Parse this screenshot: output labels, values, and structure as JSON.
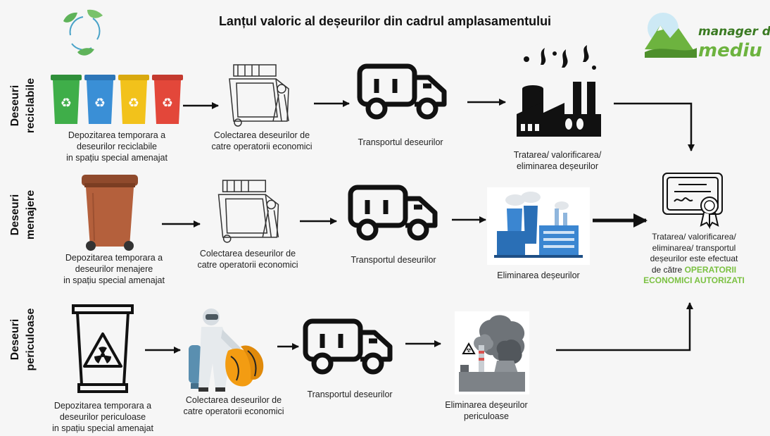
{
  "title": "Lanțul valoric al deșeurilor din cadrul amplasamentului",
  "logo": {
    "line1": "manager de",
    "line2": "mediu",
    "brand_color": "#6db33f",
    "accent_color": "#2e86c1"
  },
  "colors": {
    "green": "#3fae49",
    "blue": "#3a8fd6",
    "yellow": "#f2c21b",
    "red": "#e3473a",
    "brown": "#b4603c",
    "orange": "#f39c12"
  },
  "rows": [
    {
      "label_1": "Deseuri",
      "label_2": "reciclabile",
      "steps": [
        {
          "icon": "recycling-bins-icon",
          "caption": [
            "Depozitarea temporara a",
            "deseurilor reciclabile",
            "in spațiu special amenajat"
          ]
        },
        {
          "icon": "garbage-truck-icon",
          "caption": [
            "Colectarea deseurilor de",
            "catre operatorii economici"
          ]
        },
        {
          "icon": "truck-icon",
          "caption": [
            "Transportul deseurilor"
          ]
        },
        {
          "icon": "factory-icon",
          "caption": [
            "Tratarea/ valorificarea/",
            "eliminarea deșeurilor"
          ]
        }
      ]
    },
    {
      "label_1": "Deseuri",
      "label_2": "menajere",
      "steps": [
        {
          "icon": "waste-bin-icon",
          "caption": [
            "Depozitarea temporara a",
            "deseurilor menajere",
            "in spațiu special amenajat"
          ]
        },
        {
          "icon": "garbage-truck-icon",
          "caption": [
            "Colectarea deseurilor de",
            "catre operatorii economici"
          ]
        },
        {
          "icon": "truck-icon",
          "caption": [
            "Transportul deseurilor"
          ]
        },
        {
          "icon": "power-plant-icon",
          "caption": [
            "Eliminarea deșeurilor"
          ]
        }
      ]
    },
    {
      "label_1": "Deseuri",
      "label_2": "periculoase",
      "steps": [
        {
          "icon": "hazardous-bin-icon",
          "caption": [
            "Depozitarea temporara a",
            "deseurilor periculoase",
            "in spațiu special amenajat"
          ]
        },
        {
          "icon": "hazmat-worker-icon",
          "caption": [
            "Colectarea deseurilor de",
            "catre operatorii economici"
          ]
        },
        {
          "icon": "truck-icon",
          "caption": [
            "Transportul deseurilor"
          ]
        },
        {
          "icon": "smoking-chimney-icon",
          "caption": [
            "Eliminarea deșeurilor",
            "periculoase"
          ]
        }
      ]
    }
  ],
  "final": {
    "icon": "certificate-icon",
    "caption_lines": [
      "Tratarea/ valorificarea/",
      "eliminarea/ transportul",
      "deșeurilor este efectuat",
      "de către"
    ],
    "highlight_lines": [
      "OPERATORII",
      "ECONOMICI AUTORIZATI"
    ]
  }
}
